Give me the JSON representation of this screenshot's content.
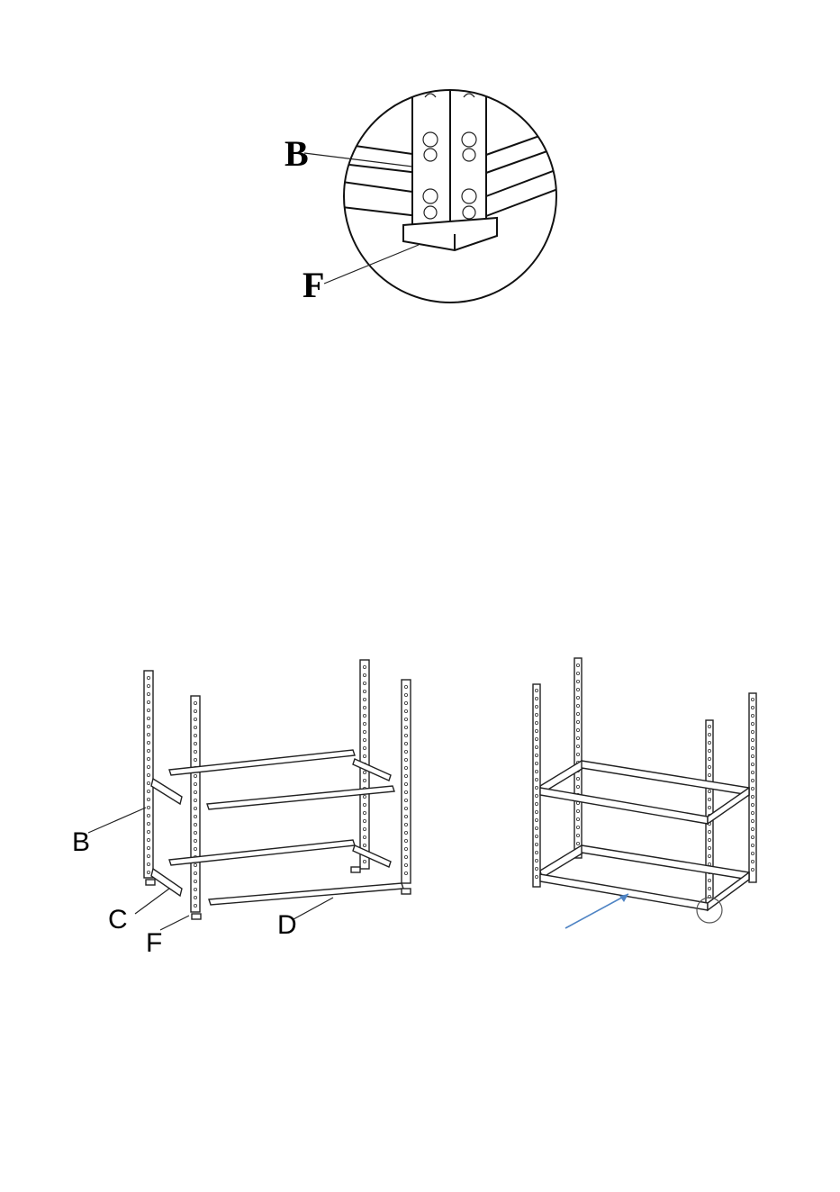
{
  "detail_figure": {
    "labels": {
      "upright": "B",
      "foot": "F"
    }
  },
  "assembly_figure": {
    "labels": {
      "upright": "B",
      "short_beam": "C",
      "foot": "F",
      "long_beam": "D"
    }
  },
  "completed_figure": {
    "accent_color": "#4f84c4"
  }
}
